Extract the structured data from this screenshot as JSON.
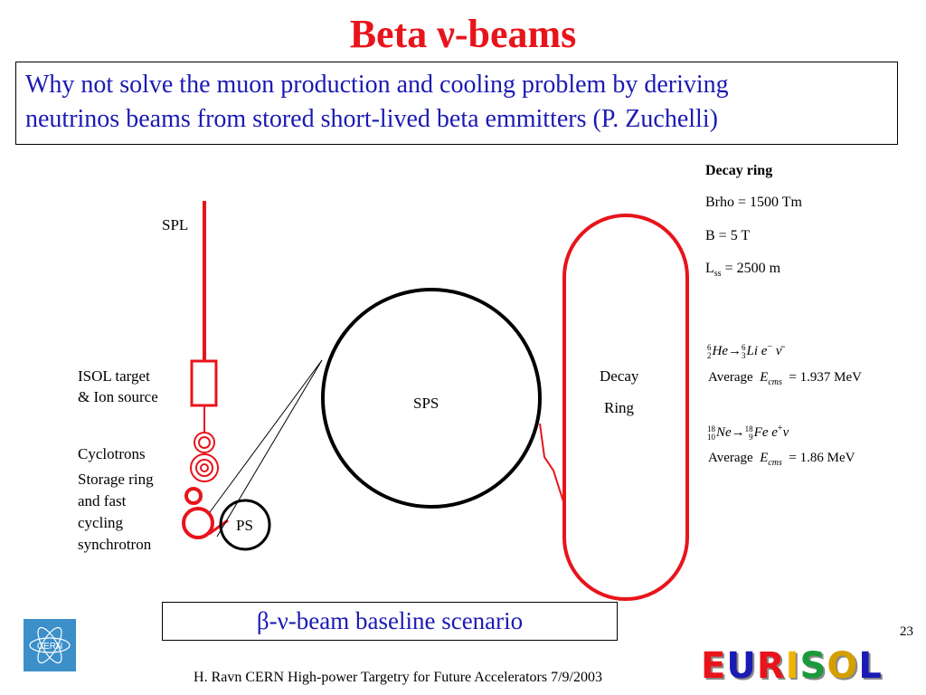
{
  "title": "Beta ν-beams",
  "intro": {
    "line1": "Why not solve the muon production and cooling problem by deriving",
    "line2": "neutrinos beams from stored short-lived beta emmitters (P. Zuchelli)"
  },
  "diagram": {
    "spl": "SPL",
    "isol_line1": "ISOL target",
    "isol_line2": "& Ion source",
    "cyclotrons": "Cyclotrons",
    "storage_line1": "Storage ring",
    "storage_line2": "and fast",
    "storage_line3": "cycling",
    "storage_line4": "synchrotron",
    "ps": "PS",
    "sps": "SPS",
    "decay_line1": "Decay",
    "decay_line2": "Ring"
  },
  "decay_ring": {
    "heading": "Decay ring",
    "brho": "Brho = 1500 Tm",
    "b": "B = 5 T",
    "lss_prefix": "L",
    "lss_sub": "ss",
    "lss_value": " = 2500 m"
  },
  "reactions": {
    "he": {
      "avg_label": "Average",
      "e_sym": "E",
      "e_sub": "cms",
      "value": "= 1.937 MeV"
    },
    "ne": {
      "avg_label": "Average",
      "e_sym": "E",
      "e_sub": "cms",
      "value": "= 1.86 MeV"
    }
  },
  "baseline": "β-ν-beam baseline scenario",
  "page_number": "23",
  "footer": "H. Ravn CERN   High-power Targetry for Future Accelerators 7/9/2003",
  "logos": {
    "cern": "CERN",
    "eurisol": "EURISOL"
  },
  "colors": {
    "title": "#e8141b",
    "accent_blue": "#1a1ab4",
    "beamline_red": "#e8141b"
  }
}
